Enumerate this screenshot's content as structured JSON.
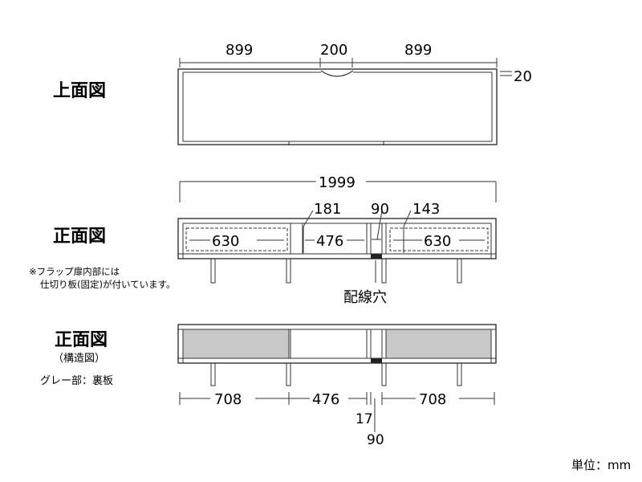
{
  "labels": {
    "top_view": "上面図",
    "front_view": "正面図",
    "note_line1": "※フラップ扉内部には",
    "note_line2": "仕切り板(固定)が付いています。",
    "wiring_hole": "配線穴",
    "front_view_structure": "正面図",
    "structure_sub": "（構造図）",
    "gray_part": "グレー部：裏板",
    "unit": "単位：mm"
  },
  "top_dims": {
    "left": "899",
    "center": "200",
    "right": "899",
    "depth": "20"
  },
  "front_dims": {
    "total": "1999",
    "divider_left": "181",
    "gap": "90",
    "divider_right": "143",
    "left_inner": "630",
    "center_inner": "476",
    "right_inner": "630"
  },
  "structure_dims": {
    "left": "708",
    "center": "476",
    "right": "708",
    "gap_small": "17",
    "gap_large": "90"
  },
  "colors": {
    "line": "#333333",
    "gray_panel": "#c8c8c8",
    "dark_block": "#222222"
  }
}
